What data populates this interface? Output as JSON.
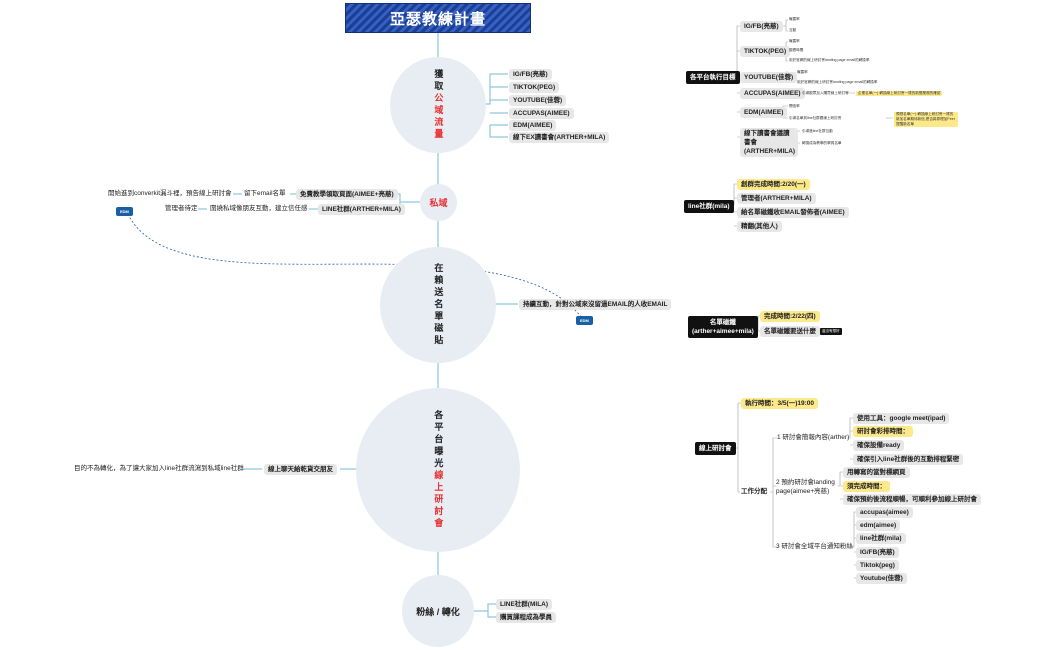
{
  "title": "亞瑟教練計畫",
  "flow": {
    "node1": {
      "chars": [
        "獲",
        "取"
      ],
      "red": [
        "公",
        "域",
        "流",
        "量"
      ]
    },
    "node2": {
      "red": "私域"
    },
    "node3": {
      "chars": [
        "在",
        "賴",
        "送",
        "名",
        "單",
        "磁",
        "貼"
      ]
    },
    "node4": {
      "chars": [
        "各",
        "平",
        "台",
        "曝",
        "光"
      ],
      "red": [
        "線",
        "上",
        "研",
        "討",
        "會"
      ]
    },
    "node5": {
      "label": "粉絲 / 轉化"
    }
  },
  "public_traffic": [
    "IG/FB(亮慈)",
    "TIKTOK(PEG)",
    "YOUTUBE(佳蓉)",
    "ACCUPAS(AIMEE)",
    "EDM(AIMEE)",
    "線下EX讀書會(ARTHER+MILA)"
  ],
  "private": {
    "item1": "免費教學領取頁面(AIMEE+亮慈)",
    "item1_note": "留下email名單",
    "item1_note2": "開始進到converkit漏斗裡，預告線上研討會",
    "item2": "LINE社群(ARTHER+MILA)",
    "item2_note": "圍繞私域像朋友互動，建立信任感",
    "item2_note2": "管理者待定"
  },
  "edm_tag": "EDM",
  "magnet_note": "持續互動，針對公域來沒留過EMAIL的人收EMAIL",
  "exposure_note": "線上聊天給乾貨交朋友",
  "exposure_note2": "目的不為轉化，為了讓大家加入line社群流瀉到私域line社群",
  "fans": [
    "LINE社群(MILA)",
    "購買課程成為學員"
  ],
  "platform_goals": {
    "root": "各平台執行目標",
    "items": [
      {
        "label": "IG/FB(亮慈)",
        "subs": [
          "曝露率",
          "互動"
        ]
      },
      {
        "label": "TIKTOK(PEG)",
        "subs": [
          "曝露率",
          "觀看時間",
          "用於官網的線上研討會landing page email的轉換率"
        ]
      },
      {
        "label": "YOUTUBE(佳蓉)",
        "subs": [
          "曝露率",
          "用於官網的線上研討會landing page email的轉換率"
        ]
      },
      {
        "label": "ACCUPAS(AIMEE)",
        "subs": [
          "引導觀眾加入購買線上研討會"
        ],
        "note": "企業名單(一) 轉換線上研討會一樣的新聞業務的確認"
      },
      {
        "label": "EDM(AIMEE)",
        "subs": [
          "開信率",
          "引導名單到line社群跟線上研討會"
        ],
        "note": "預想名單(一) 轉換線上研討會一樣的新加名單期待新信,是否將原理加Peer提醒新名單"
      },
      {
        "label": "線下讀書會議讀書會(ARTHER+MILA)",
        "subs": [
          "引導進line社群互動",
          "轉換成為教學的學員名單"
        ]
      }
    ]
  },
  "line_group": {
    "root": "line社群(mila)",
    "items": [
      "創群完成時間:2/20(一)",
      "管理者(ARTHER+MILA)",
      "給名單磁鐵收EMAIL發佈者(AIMEE)",
      "精翻(其他人)"
    ]
  },
  "magnet": {
    "root": "名單磁鐵",
    "root2": "(arther+aimee+mila)",
    "items": [
      "完成時間:2/22(四)",
      "名單磁鐵要送什麼"
    ],
    "tag": "還沒有想好"
  },
  "webinar": {
    "root": "線上研討會",
    "time": "執行時間：3/5(一)19:00",
    "division": "工作分配",
    "g1": "1 研討會簡報內容(arther)",
    "g1_items": [
      "使用工具：google meet(ipad)",
      "研討會彩排時間：",
      "確保設備ready",
      "確保引入line社群後的互動排程緊密"
    ],
    "g2": "2 預約研討會landing page(aimee+亮慈)",
    "g2_items": [
      "用轉寫的當對標網頁",
      "須完成時間：",
      "確保預約後流程順暢，可順利參加線上研討會"
    ],
    "g3": "3 研討會全域平台通知粉絲",
    "g3_items": [
      "accupas(aimee)",
      "edm(aimee)",
      "line社群(mila)",
      "IG/FB(亮慈)",
      "Tiktok(peg)",
      "Youtube(佳蓉)"
    ]
  }
}
